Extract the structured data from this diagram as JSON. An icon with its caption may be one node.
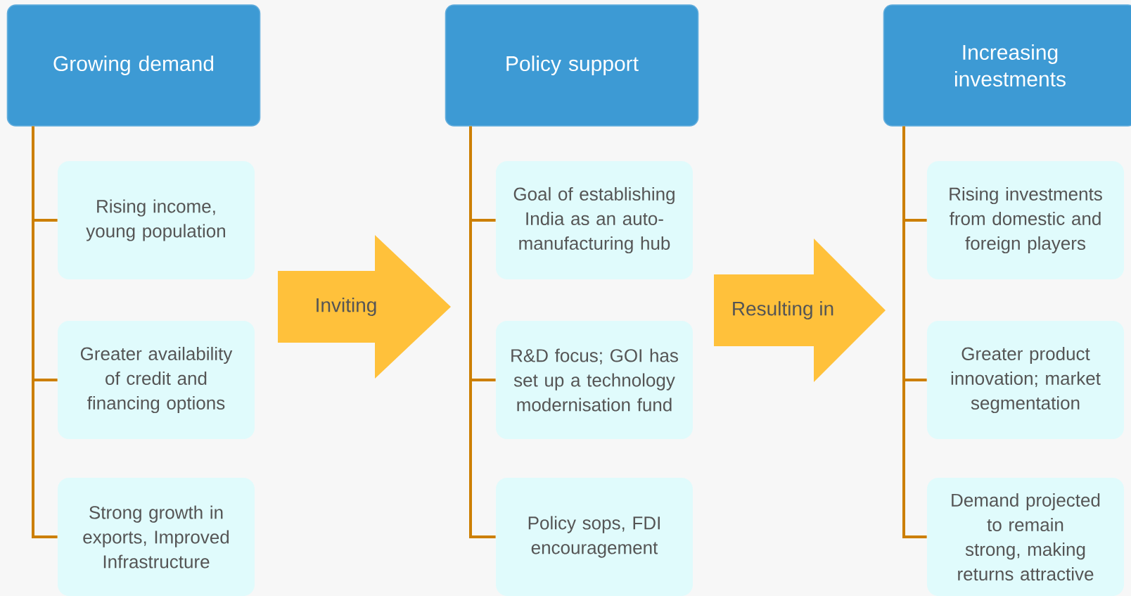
{
  "diagram": {
    "nodes": [
      {
        "text": [
          "Growing demand"
        ]
      },
      {
        "text": [
          "Rising income, young population"
        ]
      },
      {
        "text": [
          "Greater availability of credit and financing options"
        ]
      },
      {
        "text": [
          "Strong growth in exports, Improved Infrastructure"
        ]
      },
      {
        "text": [
          "Inviting"
        ]
      },
      {
        "text": [
          "Policy support"
        ]
      },
      {
        "text": [
          "Goal of establishing India as an auto-manufacturing hub"
        ]
      },
      {
        "text": [
          "R&D focus; GOI has set up a technology modernisation fund"
        ]
      },
      {
        "text": [
          "Policy sops, FDI encouragement"
        ]
      },
      {
        "text": [
          "Resulting in"
        ]
      },
      {
        "text": [
          "Increasing investments"
        ]
      },
      {
        "text": [
          "Rising investments from domestic and foreign players"
        ]
      },
      {
        "text": [
          "Greater product innovation; market segmentation"
        ]
      },
      {
        "text": [
          "Demand projected to remain strong, making returns attractive"
        ]
      }
    ],
    "edges": [
      {
        "from": 0,
        "to": 1,
        "arrow": "none"
      },
      {
        "from": 0,
        "to": 2,
        "arrow": "none"
      },
      {
        "from": 0,
        "to": 3,
        "arrow": "none"
      },
      {
        "from": 5,
        "to": 6,
        "arrow": "none"
      },
      {
        "from": 5,
        "to": 7,
        "arrow": "none"
      },
      {
        "from": 5,
        "to": 8,
        "arrow": "none"
      },
      {
        "from": 10,
        "to": 11,
        "arrow": "none"
      },
      {
        "from": 10,
        "to": 12,
        "arrow": "none"
      },
      {
        "from": 10,
        "to": 13,
        "arrow": "none"
      }
    ]
  }
}
